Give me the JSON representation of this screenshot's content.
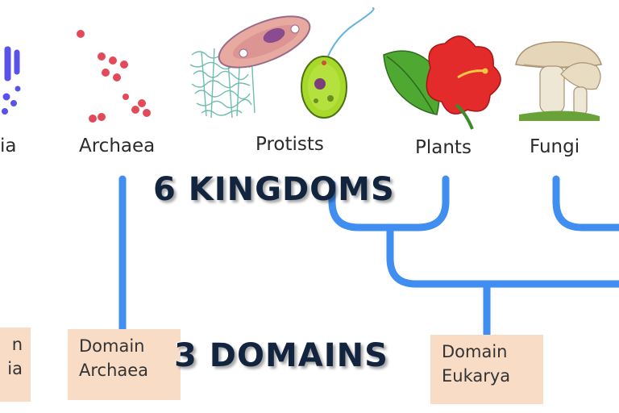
{
  "kingdoms": {
    "bacteria_partial": "ia",
    "archaea": "Archaea",
    "protists": "Protists",
    "plants": "Plants",
    "fungi": "Fungi"
  },
  "headings": {
    "kingdoms": "6 KINGDOMS",
    "domains": "3 DOMAINS"
  },
  "domains": {
    "bacteria": {
      "line1": "n",
      "line2": "ia"
    },
    "archaea": {
      "line1": "Domain",
      "line2": "Archaea"
    },
    "eukarya": {
      "line1": "Domain",
      "line2": "Eukarya"
    }
  },
  "colors": {
    "tree_line": "#3f8ef0",
    "heading_text": "#13243f",
    "domain_box": "#f8dcc6",
    "bacteria_cells": "#5a52e6",
    "archaea_cells": "#e24a5a",
    "euglena_body": "#a6d92a",
    "paramecium_body": "#e7a9a0",
    "hibiscus": "#e32b2b",
    "leaf": "#4ea832",
    "mushroom_cap": "#e5d6ba"
  },
  "icons": [
    "bacteria-cells-icon",
    "archaea-cells-icon",
    "protist-colony-icon",
    "paramecium-icon",
    "euglena-icon",
    "hibiscus-plant-icon",
    "mushroom-icon"
  ]
}
